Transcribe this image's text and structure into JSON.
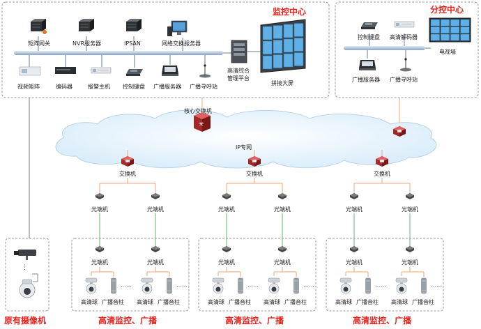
{
  "center": {
    "title": "监控中心",
    "devices": {
      "gateway": "矩阵网关",
      "nvr": "NVR服务器",
      "ipsan": "IPSAN",
      "net_server": "网络交换服务器",
      "video_matrix": "视频矩阵",
      "encoder": "编码器",
      "alarm_host": "报警主机",
      "ctrl_kbd": "控制键盘",
      "bcast_server": "广播服务器",
      "bcast_station": "广播寻呼站",
      "mgmt_platform": [
        "高清综合",
        "管理平台"
      ],
      "splice_screen": "拼接大屏"
    }
  },
  "branch": {
    "title": "分控中心",
    "devices": {
      "ctrl_kbd": "控制键盘",
      "hd_decoder": "高清解码器",
      "tv_wall": "电视墙",
      "bcast_server": "广播服务器",
      "bcast_station": "广播寻呼站"
    }
  },
  "core_switch": "核心交换机",
  "network": "IP专网",
  "switch": "交换机",
  "fiber_tx": "光端机",
  "hd_dome": "高清球",
  "speaker": "广播音柱",
  "legacy": "原有摄像机",
  "zone_label": "高清监控、广播",
  "colors": {
    "accent_red": "#e8221b",
    "bus": "#9fb7cf",
    "fiber": "#7cc08a",
    "orange_link": "#f0a570",
    "dashed_border": "#9a9a9a"
  }
}
